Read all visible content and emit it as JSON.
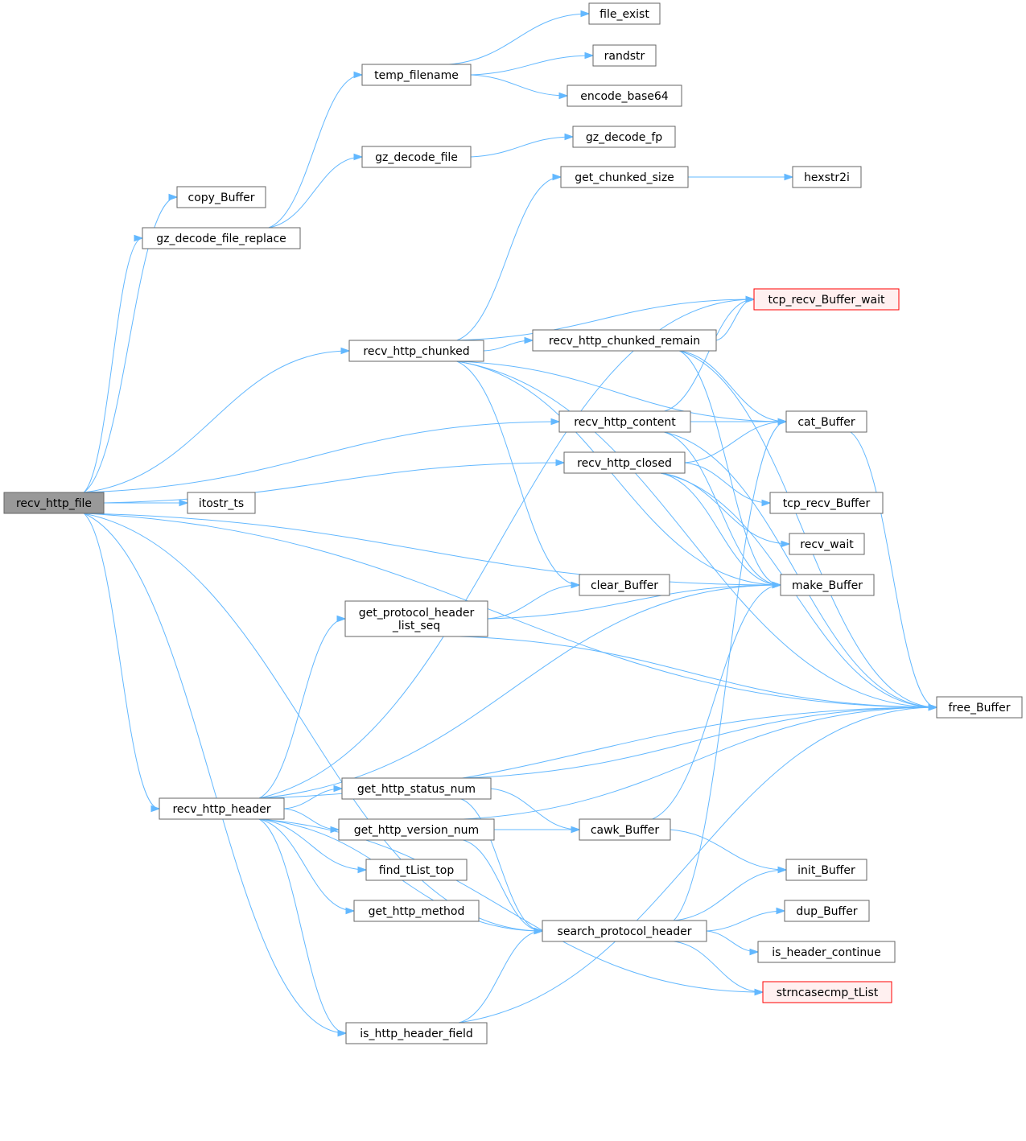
{
  "colors": {
    "edge": "#63b8ff",
    "node_border": "#666666",
    "node_fill": "#ffffff",
    "root_fill": "#999999",
    "highlight_border": "#ff0000",
    "highlight_fill": "#fff0f0"
  },
  "nodes": {
    "recv_http_file": {
      "label": "recv_http_file",
      "style": "root"
    },
    "copy_Buffer": {
      "label": "copy_Buffer"
    },
    "gz_decode_file_replace": {
      "label": "gz_decode_file_replace"
    },
    "temp_filename": {
      "label": "temp_filename"
    },
    "file_exist": {
      "label": "file_exist"
    },
    "randstr": {
      "label": "randstr"
    },
    "encode_base64": {
      "label": "encode_base64"
    },
    "gz_decode_file": {
      "label": "gz_decode_file"
    },
    "gz_decode_fp": {
      "label": "gz_decode_fp"
    },
    "get_chunked_size": {
      "label": "get_chunked_size"
    },
    "hexstr2i": {
      "label": "hexstr2i"
    },
    "tcp_recv_Buffer_wait": {
      "label": "tcp_recv_Buffer_wait",
      "style": "highlight"
    },
    "recv_http_chunked": {
      "label": "recv_http_chunked"
    },
    "recv_http_chunked_remain": {
      "label": "recv_http_chunked_remain"
    },
    "recv_http_content": {
      "label": "recv_http_content"
    },
    "cat_Buffer": {
      "label": "cat_Buffer"
    },
    "recv_http_closed": {
      "label": "recv_http_closed"
    },
    "itostr_ts": {
      "label": "itostr_ts"
    },
    "tcp_recv_Buffer": {
      "label": "tcp_recv_Buffer"
    },
    "recv_wait": {
      "label": "recv_wait"
    },
    "clear_Buffer": {
      "label": "clear_Buffer"
    },
    "make_Buffer": {
      "label": "make_Buffer"
    },
    "get_protocol_header_list_seq": {
      "label": "get_protocol_header\n_list_seq"
    },
    "free_Buffer": {
      "label": "free_Buffer"
    },
    "get_http_status_num": {
      "label": "get_http_status_num"
    },
    "recv_http_header": {
      "label": "recv_http_header"
    },
    "get_http_version_num": {
      "label": "get_http_version_num"
    },
    "cawk_Buffer": {
      "label": "cawk_Buffer"
    },
    "init_Buffer": {
      "label": "init_Buffer"
    },
    "find_tList_top": {
      "label": "find_tList_top"
    },
    "get_http_method": {
      "label": "get_http_method"
    },
    "dup_Buffer": {
      "label": "dup_Buffer"
    },
    "search_protocol_header": {
      "label": "search_protocol_header"
    },
    "is_header_continue": {
      "label": "is_header_continue"
    },
    "strncasecmp_tList": {
      "label": "strncasecmp_tList",
      "style": "highlight"
    },
    "is_http_header_field": {
      "label": "is_http_header_field"
    }
  },
  "edges": [
    [
      "recv_http_file",
      "copy_Buffer"
    ],
    [
      "recv_http_file",
      "gz_decode_file_replace"
    ],
    [
      "recv_http_file",
      "recv_http_chunked"
    ],
    [
      "recv_http_file",
      "recv_http_content"
    ],
    [
      "recv_http_file",
      "recv_http_closed"
    ],
    [
      "recv_http_file",
      "itostr_ts"
    ],
    [
      "recv_http_file",
      "make_Buffer"
    ],
    [
      "recv_http_file",
      "recv_http_header"
    ],
    [
      "recv_http_file",
      "is_http_header_field"
    ],
    [
      "recv_http_file",
      "search_protocol_header"
    ],
    [
      "recv_http_file",
      "free_Buffer"
    ],
    [
      "gz_decode_file_replace",
      "temp_filename"
    ],
    [
      "gz_decode_file_replace",
      "gz_decode_file"
    ],
    [
      "temp_filename",
      "file_exist"
    ],
    [
      "temp_filename",
      "randstr"
    ],
    [
      "temp_filename",
      "encode_base64"
    ],
    [
      "gz_decode_file",
      "gz_decode_fp"
    ],
    [
      "get_chunked_size",
      "hexstr2i"
    ],
    [
      "recv_http_chunked",
      "get_chunked_size"
    ],
    [
      "recv_http_chunked",
      "tcp_recv_Buffer_wait"
    ],
    [
      "recv_http_chunked",
      "recv_http_chunked_remain"
    ],
    [
      "recv_http_chunked",
      "cat_Buffer"
    ],
    [
      "recv_http_chunked",
      "clear_Buffer"
    ],
    [
      "recv_http_chunked",
      "make_Buffer"
    ],
    [
      "recv_http_chunked",
      "free_Buffer"
    ],
    [
      "recv_http_chunked_remain",
      "tcp_recv_Buffer_wait"
    ],
    [
      "recv_http_chunked_remain",
      "cat_Buffer"
    ],
    [
      "recv_http_chunked_remain",
      "make_Buffer"
    ],
    [
      "recv_http_chunked_remain",
      "free_Buffer"
    ],
    [
      "recv_http_content",
      "tcp_recv_Buffer_wait"
    ],
    [
      "recv_http_content",
      "cat_Buffer"
    ],
    [
      "recv_http_content",
      "make_Buffer"
    ],
    [
      "recv_http_content",
      "free_Buffer"
    ],
    [
      "recv_http_closed",
      "cat_Buffer"
    ],
    [
      "recv_http_closed",
      "tcp_recv_Buffer"
    ],
    [
      "recv_http_closed",
      "recv_wait"
    ],
    [
      "recv_http_closed",
      "make_Buffer"
    ],
    [
      "recv_http_closed",
      "free_Buffer"
    ],
    [
      "cat_Buffer",
      "free_Buffer"
    ],
    [
      "recv_http_header",
      "tcp_recv_Buffer_wait"
    ],
    [
      "recv_http_header",
      "get_protocol_header_list_seq"
    ],
    [
      "recv_http_header",
      "make_Buffer"
    ],
    [
      "recv_http_header",
      "free_Buffer"
    ],
    [
      "recv_http_header",
      "get_http_status_num"
    ],
    [
      "recv_http_header",
      "get_http_version_num"
    ],
    [
      "recv_http_header",
      "find_tList_top"
    ],
    [
      "recv_http_header",
      "get_http_method"
    ],
    [
      "recv_http_header",
      "search_protocol_header"
    ],
    [
      "recv_http_header",
      "strncasecmp_tList"
    ],
    [
      "recv_http_header",
      "is_http_header_field"
    ],
    [
      "get_protocol_header_list_seq",
      "clear_Buffer"
    ],
    [
      "get_protocol_header_list_seq",
      "make_Buffer"
    ],
    [
      "get_protocol_header_list_seq",
      "free_Buffer"
    ],
    [
      "get_http_status_num",
      "cawk_Buffer"
    ],
    [
      "get_http_status_num",
      "search_protocol_header"
    ],
    [
      "get_http_status_num",
      "free_Buffer"
    ],
    [
      "get_http_version_num",
      "cawk_Buffer"
    ],
    [
      "get_http_version_num",
      "search_protocol_header"
    ],
    [
      "get_http_version_num",
      "free_Buffer"
    ],
    [
      "cawk_Buffer",
      "make_Buffer"
    ],
    [
      "cawk_Buffer",
      "init_Buffer"
    ],
    [
      "search_protocol_header",
      "cat_Buffer"
    ],
    [
      "search_protocol_header",
      "init_Buffer"
    ],
    [
      "search_protocol_header",
      "dup_Buffer"
    ],
    [
      "search_protocol_header",
      "is_header_continue"
    ],
    [
      "search_protocol_header",
      "strncasecmp_tList"
    ],
    [
      "is_http_header_field",
      "search_protocol_header"
    ],
    [
      "is_http_header_field",
      "free_Buffer"
    ]
  ]
}
